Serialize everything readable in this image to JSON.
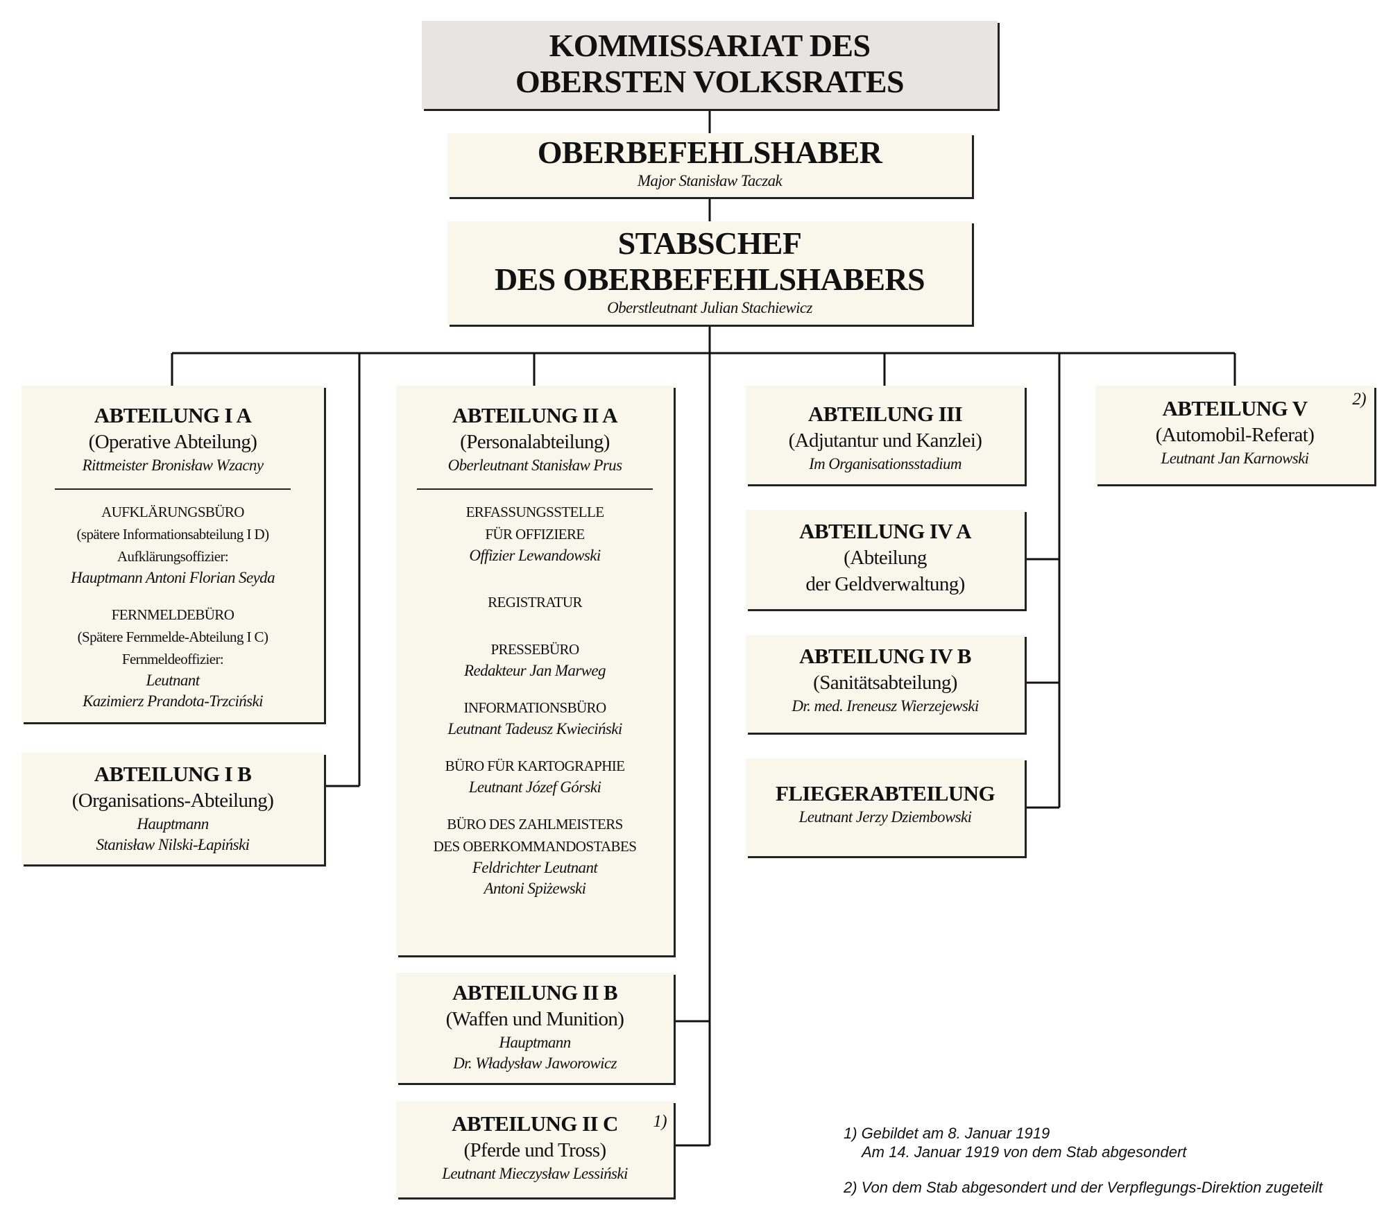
{
  "top": {
    "line1": "KOMMISSARIAT DES",
    "line2": "OBERSTEN VOLKSRATES"
  },
  "commander": {
    "title": "OBERBEFEHLSHABER",
    "person": "Major Stanisław Taczak"
  },
  "chief_of_staff": {
    "line1": "STABSCHEF",
    "line2": "DES OBERBEFEHLSHABERS",
    "person": "Oberstleutnant Julian Stachiewicz"
  },
  "abt_1a": {
    "title": "ABTEILUNG I A",
    "sub": "(Operative Abteilung)",
    "person": "Rittmeister Bronisław Wzacny",
    "units": [
      {
        "l1": "AUFKLÄRUNGSBÜRO",
        "l2": "(spätere Informationsabteilung I D)",
        "l3": "Aufklärungsoffizier:",
        "p1": "Hauptmann Antoni Florian Seyda"
      },
      {
        "l1": "FERNMELDEBÜRO",
        "l2": "(Spätere Fernmelde-Abteilung I C)",
        "l3": "Fernmeldeoffizier:",
        "p1": "Leutnant",
        "p2": "Kazimierz Prandota-Trzciński"
      }
    ]
  },
  "abt_1b": {
    "title": "ABTEILUNG I B",
    "sub": "(Organisations-Abteilung)",
    "person1": "Hauptmann",
    "person2": "Stanisław Nilski-Łapiński"
  },
  "abt_2a": {
    "title": "ABTEILUNG II A",
    "sub": "(Personalabteilung)",
    "person": "Oberleutnant Stanisław Prus",
    "units": [
      {
        "l1": "ERFASSUNGSSTELLE",
        "l2": "FÜR OFFIZIERE",
        "p1": "Offizier Lewandowski"
      },
      {
        "l1": "REGISTRATUR"
      },
      {
        "l1": "PRESSEBÜRO",
        "p1": "Redakteur Jan Marweg"
      },
      {
        "l1": "INFORMATIONSBÜRO",
        "p1": "Leutnant Tadeusz Kwieciński"
      },
      {
        "l1": "BÜRO FÜR KARTOGRAPHIE",
        "p1": "Leutnant Józef Górski"
      },
      {
        "l1": "BÜRO DES ZAHLMEISTERS",
        "l2": "DES OBERKOMMANDOSTABES",
        "p1": "Feldrichter Leutnant",
        "p2": "Antoni Spiżewski"
      }
    ]
  },
  "abt_2b": {
    "title": "ABTEILUNG II B",
    "sub": "(Waffen und Munition)",
    "person1": "Hauptmann",
    "person2": "Dr. Władysław Jaworowicz"
  },
  "abt_2c": {
    "title": "ABTEILUNG II C",
    "mark": "1)",
    "sub": "(Pferde und Tross)",
    "person": "Leutnant Mieczysław Lessiński"
  },
  "abt_3": {
    "title": "ABTEILUNG III",
    "sub": "(Adjutantur und Kanzlei)",
    "person": "Im Organisationsstadium"
  },
  "abt_4a": {
    "title": "ABTEILUNG IV A",
    "sub1": "(Abteilung",
    "sub2": "der Geldverwaltung)"
  },
  "abt_4b": {
    "title": "ABTEILUNG IV B",
    "sub": "(Sanitätsabteilung)",
    "person": "Dr. med. Ireneusz Wierzejewski"
  },
  "flieger": {
    "title": "FLIEGERABTEILUNG",
    "person": "Leutnant Jerzy Dziembowski"
  },
  "abt_5": {
    "title": "ABTEILUNG V",
    "mark": "2)",
    "sub": "(Automobil-Referat)",
    "person": "Leutnant Jan Karnowski"
  },
  "footnotes": {
    "n1_line1": "1) Gebildet am 8. Januar 1919",
    "n1_line2": "Am 14. Januar 1919 von dem Stab abgesondert",
    "n2": "2) Von dem Stab abgesondert und der Verpflegungs-Direktion zugeteilt"
  }
}
